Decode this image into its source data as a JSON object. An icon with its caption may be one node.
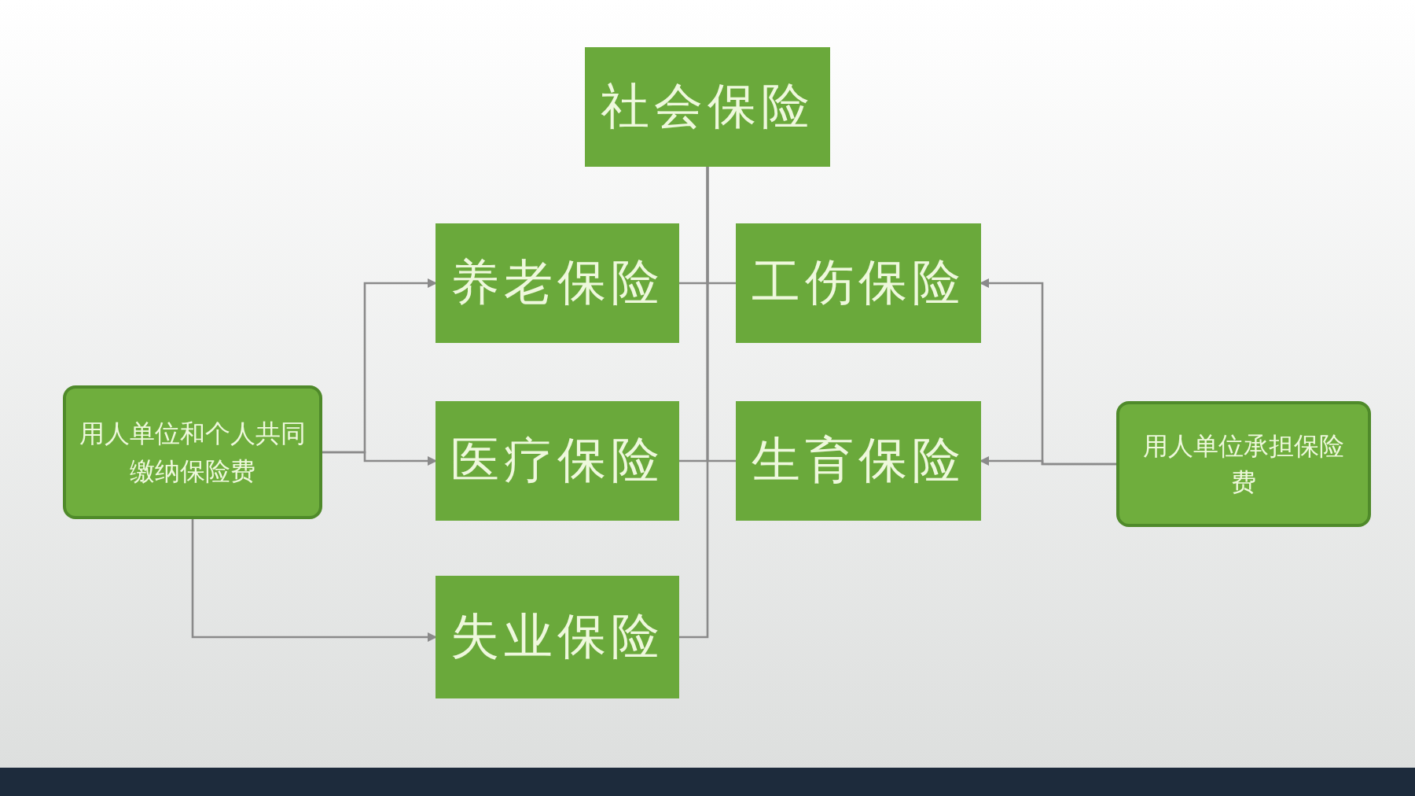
{
  "diagram": {
    "nodes": [
      {
        "text": [
          "社会保险"
        ]
      },
      {
        "text": [
          "养老保险"
        ]
      },
      {
        "text": [
          "工伤保险"
        ]
      },
      {
        "text": [
          "用人单位和个人共同缴纳保险费"
        ]
      },
      {
        "text": [
          "医疗保险"
        ]
      },
      {
        "text": [
          "生育保险"
        ]
      },
      {
        "text": [
          "用人单位承担保险费"
        ]
      },
      {
        "text": [
          "失业保险"
        ]
      }
    ],
    "edges": [
      {
        "from": 0,
        "to": 1,
        "arrow": "none"
      },
      {
        "from": 0,
        "to": 2,
        "arrow": "none"
      },
      {
        "from": 0,
        "to": 4,
        "arrow": "none"
      },
      {
        "from": 0,
        "to": 5,
        "arrow": "none"
      },
      {
        "from": 0,
        "to": 7,
        "arrow": "none"
      },
      {
        "from": 3,
        "to": 1,
        "arrow": "to"
      },
      {
        "from": 3,
        "to": 4,
        "arrow": "to"
      },
      {
        "from": 3,
        "to": 7,
        "arrow": "to"
      },
      {
        "from": 6,
        "to": 2,
        "arrow": "to"
      },
      {
        "from": 6,
        "to": 5,
        "arrow": "to"
      }
    ]
  }
}
